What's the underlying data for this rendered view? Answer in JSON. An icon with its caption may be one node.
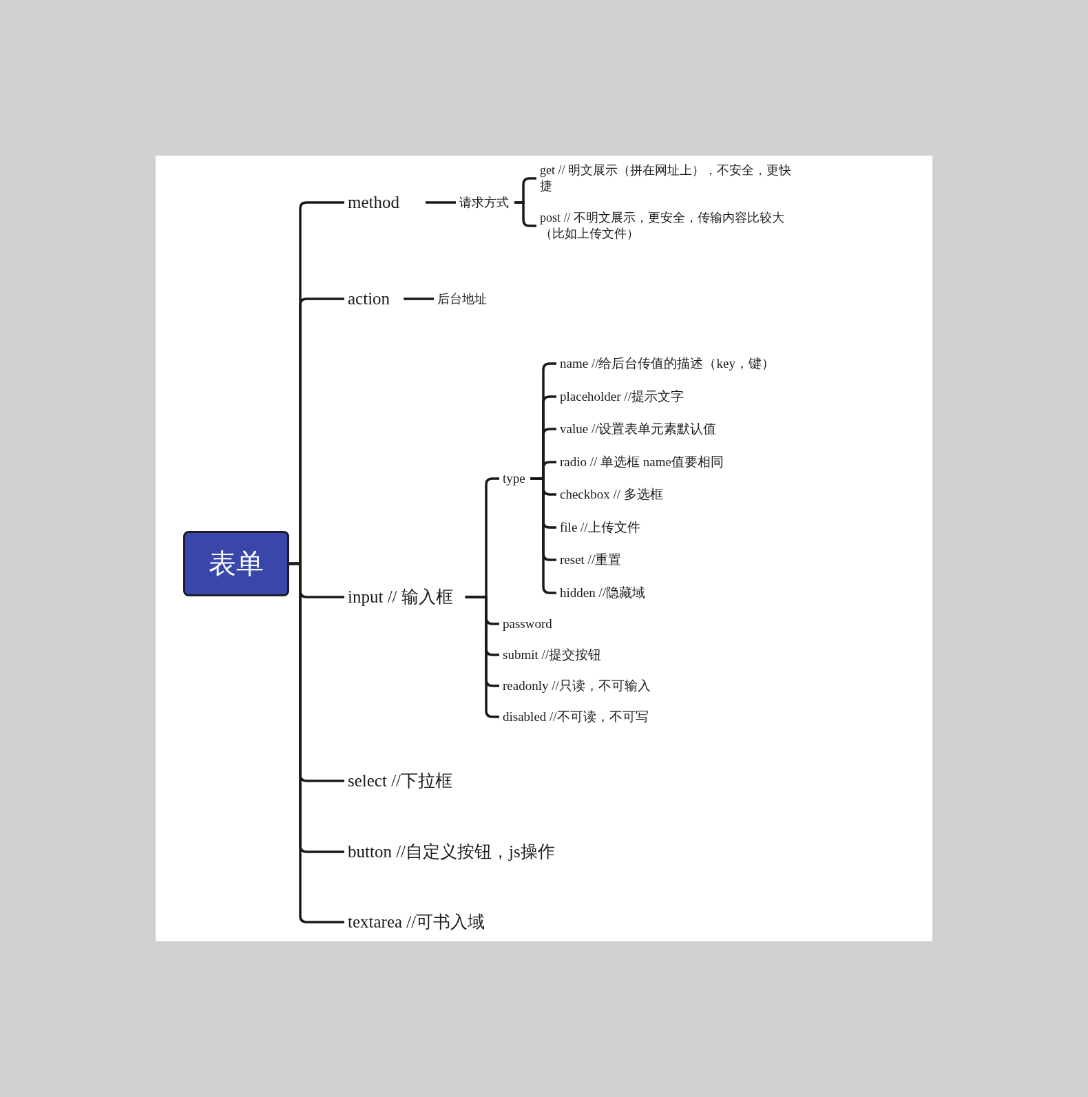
{
  "diagram": {
    "nodes": [
      {
        "text": [
          "表单"
        ]
      },
      {
        "text": [
          "method"
        ]
      },
      {
        "text": [
          "请求方式"
        ]
      },
      {
        "text": [
          "get // 明文展示（拼在网址上），不安全，更快捷"
        ]
      },
      {
        "text": [
          "post // 不明文展示，更安全，传输内容比较大（比如上传文件）"
        ]
      },
      {
        "text": [
          "action"
        ]
      },
      {
        "text": [
          "后台地址"
        ]
      },
      {
        "text": [
          "input // 输入框"
        ]
      },
      {
        "text": [
          "type"
        ]
      },
      {
        "text": [
          "name //给后台传值的描述（key，键）"
        ]
      },
      {
        "text": [
          "placeholder //提示文字"
        ]
      },
      {
        "text": [
          "value //设置表单元素默认值"
        ]
      },
      {
        "text": [
          "radio // 单选框 name值要相同"
        ]
      },
      {
        "text": [
          "checkbox // 多选框"
        ]
      },
      {
        "text": [
          "file //上传文件"
        ]
      },
      {
        "text": [
          "reset //重置"
        ]
      },
      {
        "text": [
          "hidden //隐藏域"
        ]
      },
      {
        "text": [
          "password"
        ]
      },
      {
        "text": [
          "submit //提交按钮"
        ]
      },
      {
        "text": [
          "readonly //只读，不可输入"
        ]
      },
      {
        "text": [
          "disabled //不可读，不可写"
        ]
      },
      {
        "text": [
          "select //下拉框"
        ]
      },
      {
        "text": [
          "button //自定义按钮，js操作"
        ]
      },
      {
        "text": [
          "textarea //可书入域"
        ]
      }
    ],
    "edges": [
      {
        "from": 0,
        "to": 1,
        "arrow": "none"
      },
      {
        "from": 0,
        "to": 5,
        "arrow": "none"
      },
      {
        "from": 0,
        "to": 7,
        "arrow": "none"
      },
      {
        "from": 0,
        "to": 21,
        "arrow": "none"
      },
      {
        "from": 0,
        "to": 22,
        "arrow": "none"
      },
      {
        "from": 0,
        "to": 23,
        "arrow": "none"
      },
      {
        "from": 1,
        "to": 2,
        "arrow": "none"
      },
      {
        "from": 2,
        "to": 3,
        "arrow": "none"
      },
      {
        "from": 2,
        "to": 4,
        "arrow": "none"
      },
      {
        "from": 5,
        "to": 6,
        "arrow": "none"
      },
      {
        "from": 7,
        "to": 8,
        "arrow": "none"
      },
      {
        "from": 7,
        "to": 17,
        "arrow": "none"
      },
      {
        "from": 7,
        "to": 18,
        "arrow": "none"
      },
      {
        "from": 7,
        "to": 19,
        "arrow": "none"
      },
      {
        "from": 7,
        "to": 20,
        "arrow": "none"
      },
      {
        "from": 8,
        "to": 9,
        "arrow": "none"
      },
      {
        "from": 8,
        "to": 10,
        "arrow": "none"
      },
      {
        "from": 8,
        "to": 11,
        "arrow": "none"
      },
      {
        "from": 8,
        "to": 12,
        "arrow": "none"
      },
      {
        "from": 8,
        "to": 13,
        "arrow": "none"
      },
      {
        "from": 8,
        "to": 14,
        "arrow": "none"
      },
      {
        "from": 8,
        "to": 15,
        "arrow": "none"
      },
      {
        "from": 8,
        "to": 16,
        "arrow": "none"
      }
    ]
  }
}
